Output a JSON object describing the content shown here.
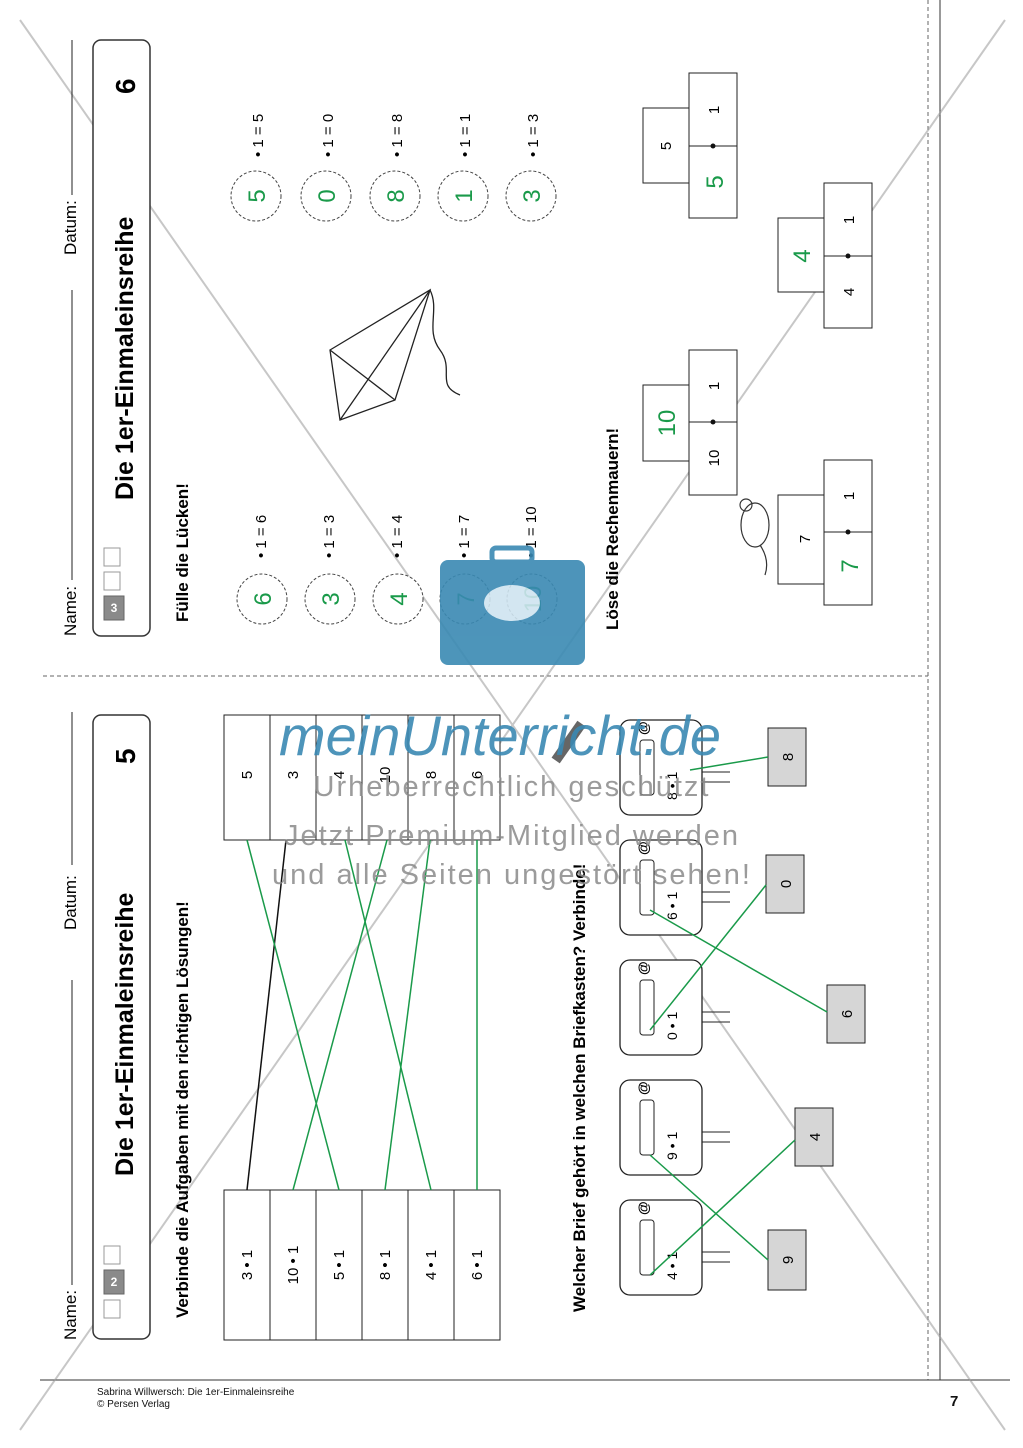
{
  "colors": {
    "green": "#1a9a4a",
    "grey_box": "#d6d6d6",
    "watermark_blue": "#3a89b3",
    "watermark_grey": "#8a8a8a"
  },
  "icons": [
    "weight-icon",
    "kite-icon",
    "mouse-icon",
    "mailbox-icon",
    "pencil-icon",
    "briefcase-icon"
  ],
  "header": {
    "name_label": "Name:",
    "date_label": "Datum:"
  },
  "sheet5": {
    "title": "Die 1er-Einmaleinsreihe",
    "number": "5",
    "level_badge": "2",
    "task1": "Verbinde die Aufgaben mit den richtigen Lösungen!",
    "left_cells": [
      "3 • 1",
      "10 • 1",
      "5 • 1",
      "8 • 1",
      "4 • 1",
      "6 • 1"
    ],
    "right_cells": [
      "5",
      "3",
      "4",
      "10",
      "8",
      "6"
    ],
    "task2": "Welcher Brief gehört in welchen Briefkasten? Verbinde!",
    "mailbox_labels": [
      "4 • 1",
      "9 • 1",
      "0 • 1",
      "6 • 1",
      "8 • 1"
    ],
    "answer_cards": [
      "9",
      "4",
      "6",
      "0",
      "8"
    ]
  },
  "sheet6": {
    "title": "Die 1er-Einmaleinsreihe",
    "number": "6",
    "level_badge": "3",
    "task1": "Fülle die Lücken!",
    "left_suns": [
      {
        "answer": "6",
        "text": "• 1 = 6"
      },
      {
        "answer": "3",
        "text": "• 1 = 3"
      },
      {
        "answer": "4",
        "text": "• 1 = 4"
      },
      {
        "answer": "7",
        "text": "• 1 = 7"
      },
      {
        "answer": "10",
        "text": "• 1 = 10"
      }
    ],
    "right_suns": [
      {
        "answer": "5",
        "text": "• 1 = 5"
      },
      {
        "answer": "0",
        "text": "• 1 = 0"
      },
      {
        "answer": "8",
        "text": "• 1 = 8"
      },
      {
        "answer": "1",
        "text": "• 1 = 1"
      },
      {
        "answer": "3",
        "text": "• 1 = 3"
      }
    ],
    "task2": "Löse die Rechenmauern!",
    "walls": [
      {
        "top": "7",
        "bottom_left": "7",
        "bottom_right": "1"
      },
      {
        "top": "10",
        "bottom_left": "10",
        "bottom_right": "1"
      },
      {
        "top": "4",
        "bottom_left": "4",
        "bottom_right": "1"
      },
      {
        "top": "5",
        "bottom_left": "5",
        "bottom_right": "1"
      }
    ]
  },
  "watermark": {
    "brand": "meinUnterricht.de",
    "line1": "Urheberrechtlich geschützt",
    "line2": "Jetzt Premium-Mitglied werden",
    "line3": "und alle Seiten ungestört sehen!"
  },
  "footer": {
    "author_line": "Sabrina Willwersch: Die 1er-Einmaleinsreihe",
    "publisher_line": "© Persen Verlag",
    "page_number": "7"
  }
}
